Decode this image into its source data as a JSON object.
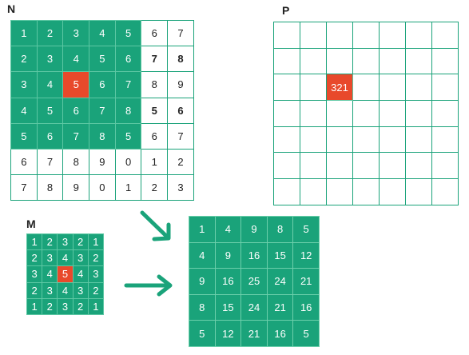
{
  "colors": {
    "teal": "#1aa37a",
    "highlight": "#e8492b",
    "text": "#222222"
  },
  "labels": {
    "n": "N",
    "p": "P",
    "m": "M"
  },
  "gridN": {
    "values": [
      [
        "1",
        "2",
        "3",
        "4",
        "5",
        "6",
        "7"
      ],
      [
        "2",
        "3",
        "4",
        "5",
        "6",
        "7",
        "8"
      ],
      [
        "3",
        "4",
        "5",
        "6",
        "7",
        "8",
        "9"
      ],
      [
        "4",
        "5",
        "6",
        "7",
        "8",
        "5",
        "6"
      ],
      [
        "5",
        "6",
        "7",
        "8",
        "5",
        "6",
        "7"
      ],
      [
        "6",
        "7",
        "8",
        "9",
        "0",
        "1",
        "2"
      ],
      [
        "7",
        "8",
        "9",
        "0",
        "1",
        "2",
        "3"
      ]
    ],
    "filled_rows": 5,
    "filled_cols": 5,
    "highlight": [
      2,
      2
    ],
    "bold_cells": [
      [
        1,
        5
      ],
      [
        1,
        6
      ],
      [
        3,
        5
      ],
      [
        3,
        6
      ]
    ]
  },
  "gridP": {
    "rows": 7,
    "cols": 7,
    "highlight": [
      2,
      2
    ],
    "highlight_value": "321"
  },
  "gridM": {
    "values": [
      [
        "1",
        "2",
        "3",
        "2",
        "1"
      ],
      [
        "2",
        "3",
        "4",
        "3",
        "2"
      ],
      [
        "3",
        "4",
        "5",
        "4",
        "3"
      ],
      [
        "2",
        "3",
        "4",
        "3",
        "2"
      ],
      [
        "1",
        "2",
        "3",
        "2",
        "1"
      ]
    ],
    "highlight": [
      2,
      2
    ]
  },
  "gridR": {
    "values": [
      [
        "1",
        "4",
        "9",
        "8",
        "5"
      ],
      [
        "4",
        "9",
        "16",
        "15",
        "12"
      ],
      [
        "9",
        "16",
        "25",
        "24",
        "21"
      ],
      [
        "8",
        "15",
        "24",
        "21",
        "16"
      ],
      [
        "5",
        "12",
        "21",
        "16",
        "5"
      ]
    ]
  }
}
